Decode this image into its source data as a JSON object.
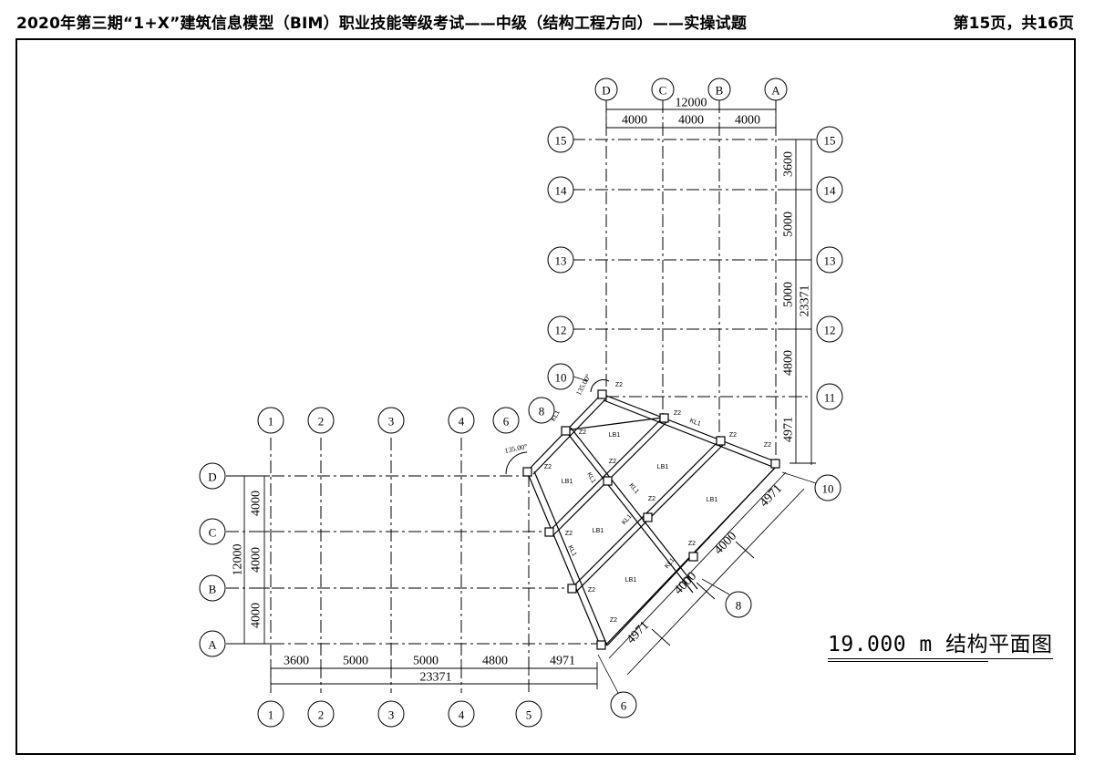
{
  "header": {
    "title": "2020年第三期“1+X”建筑信息模型（BIM）职业技能等级考试——中级（结构工程方向）——实操试题",
    "page": "第15页，共16页"
  },
  "drawing": {
    "title": "19.000 m 结构平面图",
    "top_axes": [
      "D",
      "C",
      "B",
      "A"
    ],
    "top_overall": "12000",
    "top_spans": [
      "4000",
      "4000",
      "4000"
    ],
    "right_axes": [
      "15",
      "14",
      "13",
      "12",
      "11",
      "10"
    ],
    "right_spans": [
      "3600",
      "5000",
      "5000",
      "4800",
      "4971"
    ],
    "right_overall": "23371",
    "bottom_axes": [
      "1",
      "2",
      "3",
      "4",
      "5"
    ],
    "bottom_spans": [
      "3600",
      "5000",
      "5000",
      "4800",
      "4971"
    ],
    "bottom_overall": "23371",
    "left_axes": [
      "D",
      "C",
      "B",
      "A"
    ],
    "left_overall": "12000",
    "left_spans": [
      "4000",
      "4000",
      "4000"
    ],
    "diag_axes": [
      "6",
      "8",
      "10"
    ],
    "diag_spans": [
      "4971",
      "4000",
      "4000",
      "4971"
    ],
    "angle_label": "135.00°",
    "column_label": "Z2",
    "beam_label": "KL1",
    "slab_label": "LB1",
    "top_extra_axis": "6",
    "left_top_axes": [
      "1",
      "2",
      "3",
      "4",
      "6"
    ]
  }
}
